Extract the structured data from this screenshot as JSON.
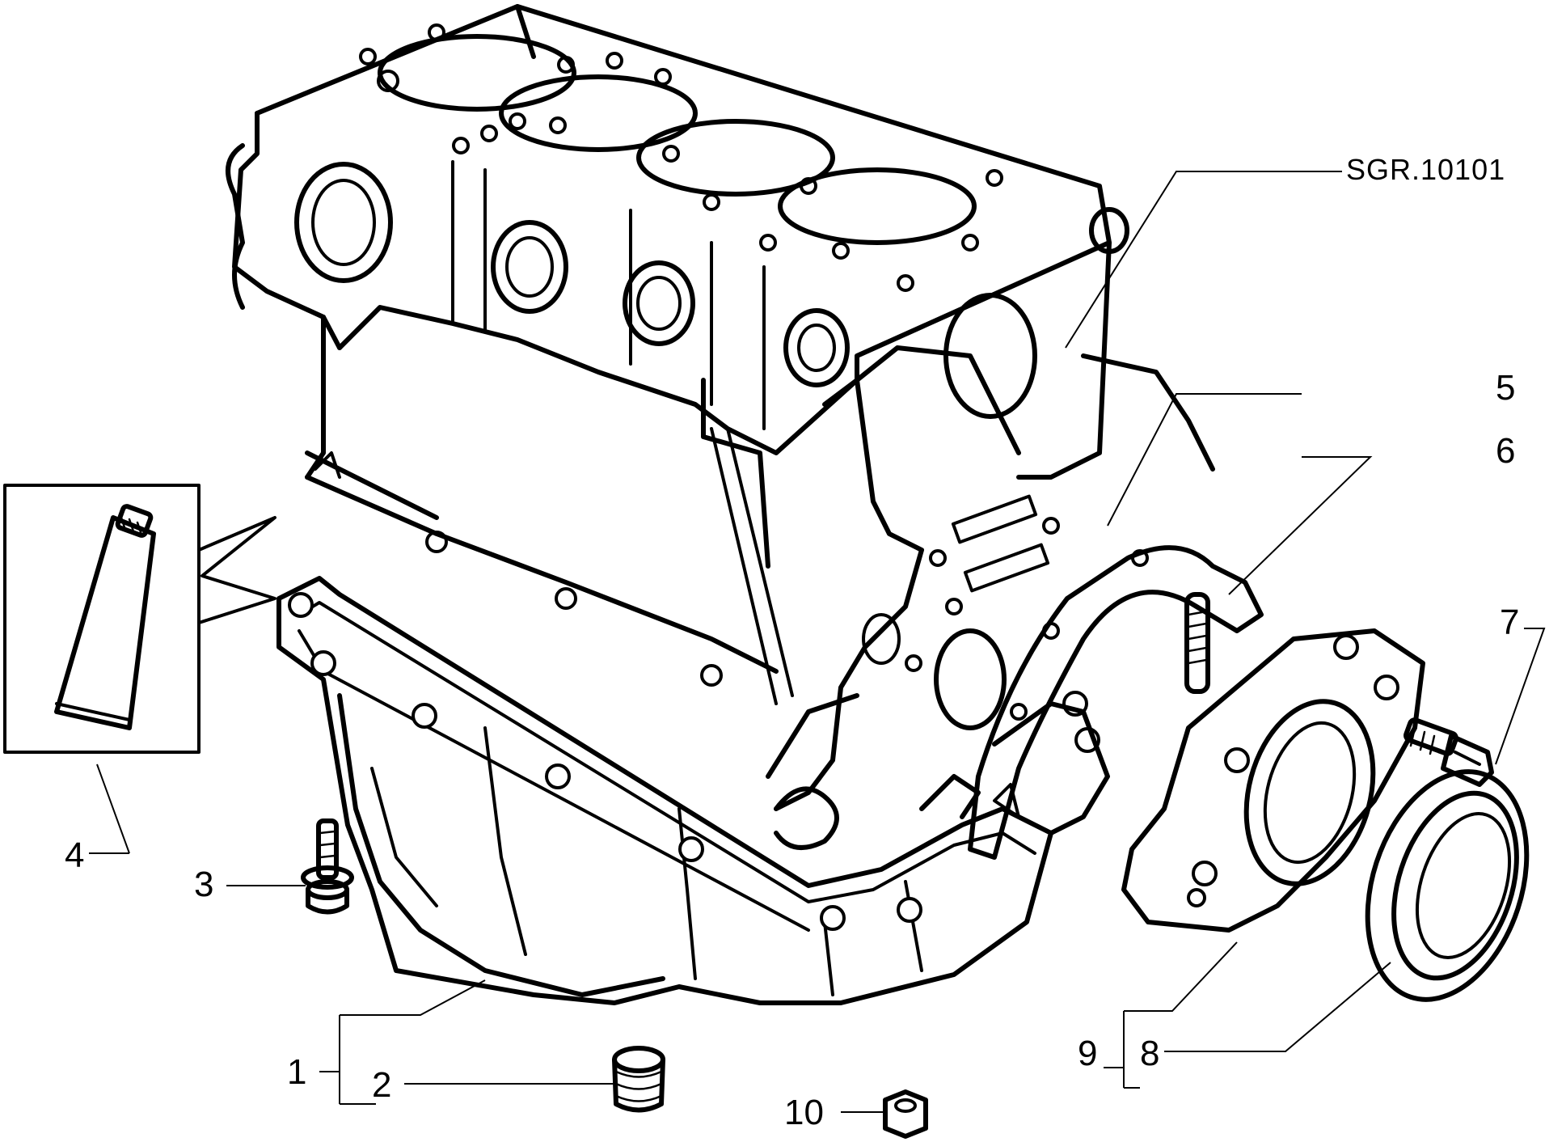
{
  "reference_code": "SGR.10101",
  "callouts": {
    "c1": "1",
    "c2": "2",
    "c3": "3",
    "c4": "4",
    "c5": "5",
    "c6": "6",
    "c7": "7",
    "c8": "8",
    "c9": "9",
    "c10": "10"
  },
  "colors": {
    "line": "#000000",
    "background": "#ffffff"
  }
}
